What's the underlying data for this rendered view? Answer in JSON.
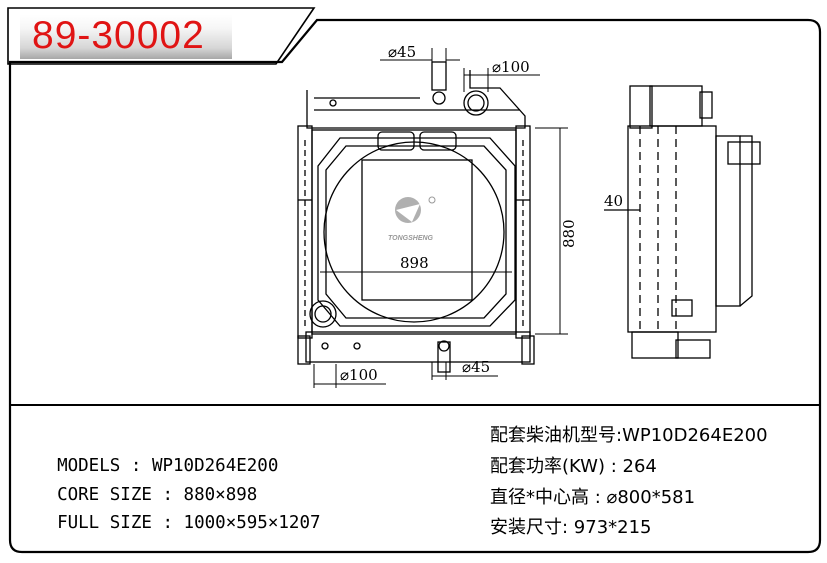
{
  "header": {
    "part_number": "89-30002"
  },
  "drawing": {
    "front_view": {
      "dim_pipe_top_small": "⌀45",
      "dim_pipe_top_large": "⌀100",
      "dim_width": "898",
      "dim_height": "880",
      "dim_pipe_bottom_large": "⌀100",
      "dim_pipe_bottom_small": "⌀45",
      "logo_text": "TONGSHENG"
    },
    "side_view": {
      "dim_depth": "40"
    }
  },
  "specs": {
    "models": {
      "label": "MODELS",
      "sep": ":",
      "value": "WP10D264E200"
    },
    "core_size": {
      "label": "CORE SIZE",
      "sep": ":",
      "value": "880×898"
    },
    "full_size": {
      "label": "FULL SIZE",
      "sep": ":",
      "value": "1000×595×1207"
    }
  },
  "engine_info": {
    "engine_model": "配套柴油机型号:WP10D264E200",
    "power": "配套功率(KW) : 264",
    "fan": "直径*中心高 : ⌀800*581",
    "mount": "安装尺寸: 973*215"
  },
  "colors": {
    "tag_text": "#e01414",
    "line": "#000000"
  }
}
